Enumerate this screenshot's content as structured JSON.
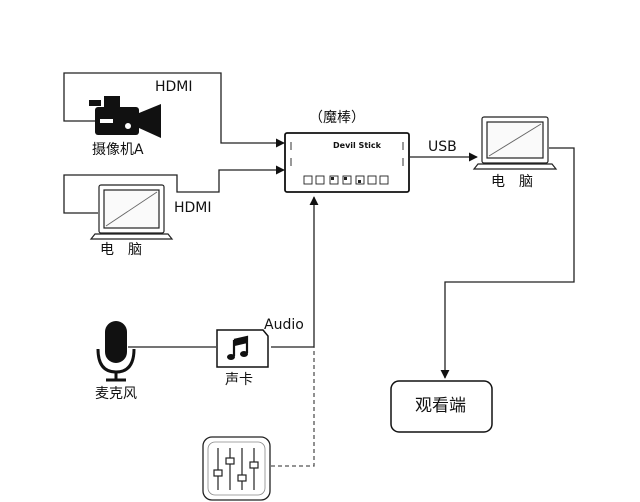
{
  "labels": {
    "hdmi_top": "HDMI",
    "hdmi_bottom": "HDMI",
    "usb": "USB",
    "audio": "Audio",
    "stick_title": "（魔棒）",
    "stick_brand": "Devil Stick",
    "camera": "摄像机A",
    "laptop_left": "电　脑",
    "laptop_right": "电　脑",
    "mic": "麦克风",
    "sound_card": "声卡",
    "viewer": "观看端"
  },
  "icons": {
    "camera": "video-camera-icon",
    "laptop": "laptop-icon",
    "stick": "capture-device-icon",
    "mic": "microphone-icon",
    "sound_card": "music-note-icon",
    "mixer": "mixer-faders-icon"
  },
  "colors": {
    "line": "#222222",
    "arrow": "#111111",
    "dashed": "#555555"
  }
}
